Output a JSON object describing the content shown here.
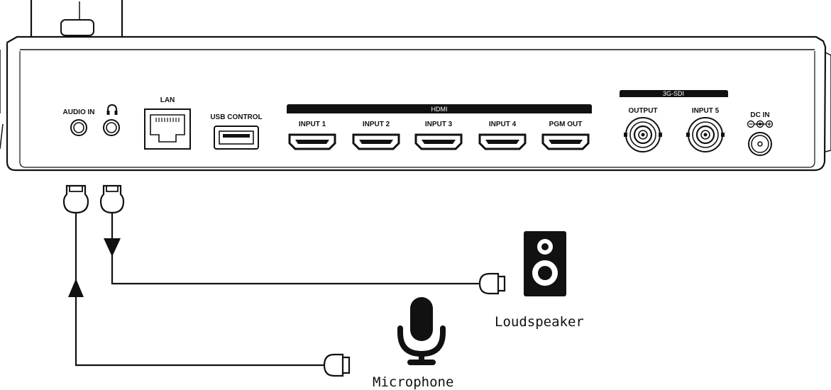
{
  "device": {
    "ports": {
      "audio_in": "AUDIO IN",
      "lan": "LAN",
      "usb_control": "USB CONTROL",
      "hdmi_group": "HDMI",
      "hdmi_input1": "INPUT 1",
      "hdmi_input2": "INPUT 2",
      "hdmi_input3": "INPUT 3",
      "hdmi_input4": "INPUT 4",
      "hdmi_pgm_out": "PGM OUT",
      "sdi_group": "3G-SDI",
      "sdi_output": "OUTPUT",
      "sdi_input5": "INPUT 5",
      "dc_in": "DC IN"
    },
    "icons": {
      "headphone": "headphone-icon",
      "dc_polarity": "dc-polarity-icon"
    }
  },
  "peripherals": {
    "loudspeaker": "Loudspeaker",
    "microphone": "Microphone"
  },
  "colors": {
    "line": "#111111",
    "band": "#111111",
    "background": "#ffffff"
  }
}
